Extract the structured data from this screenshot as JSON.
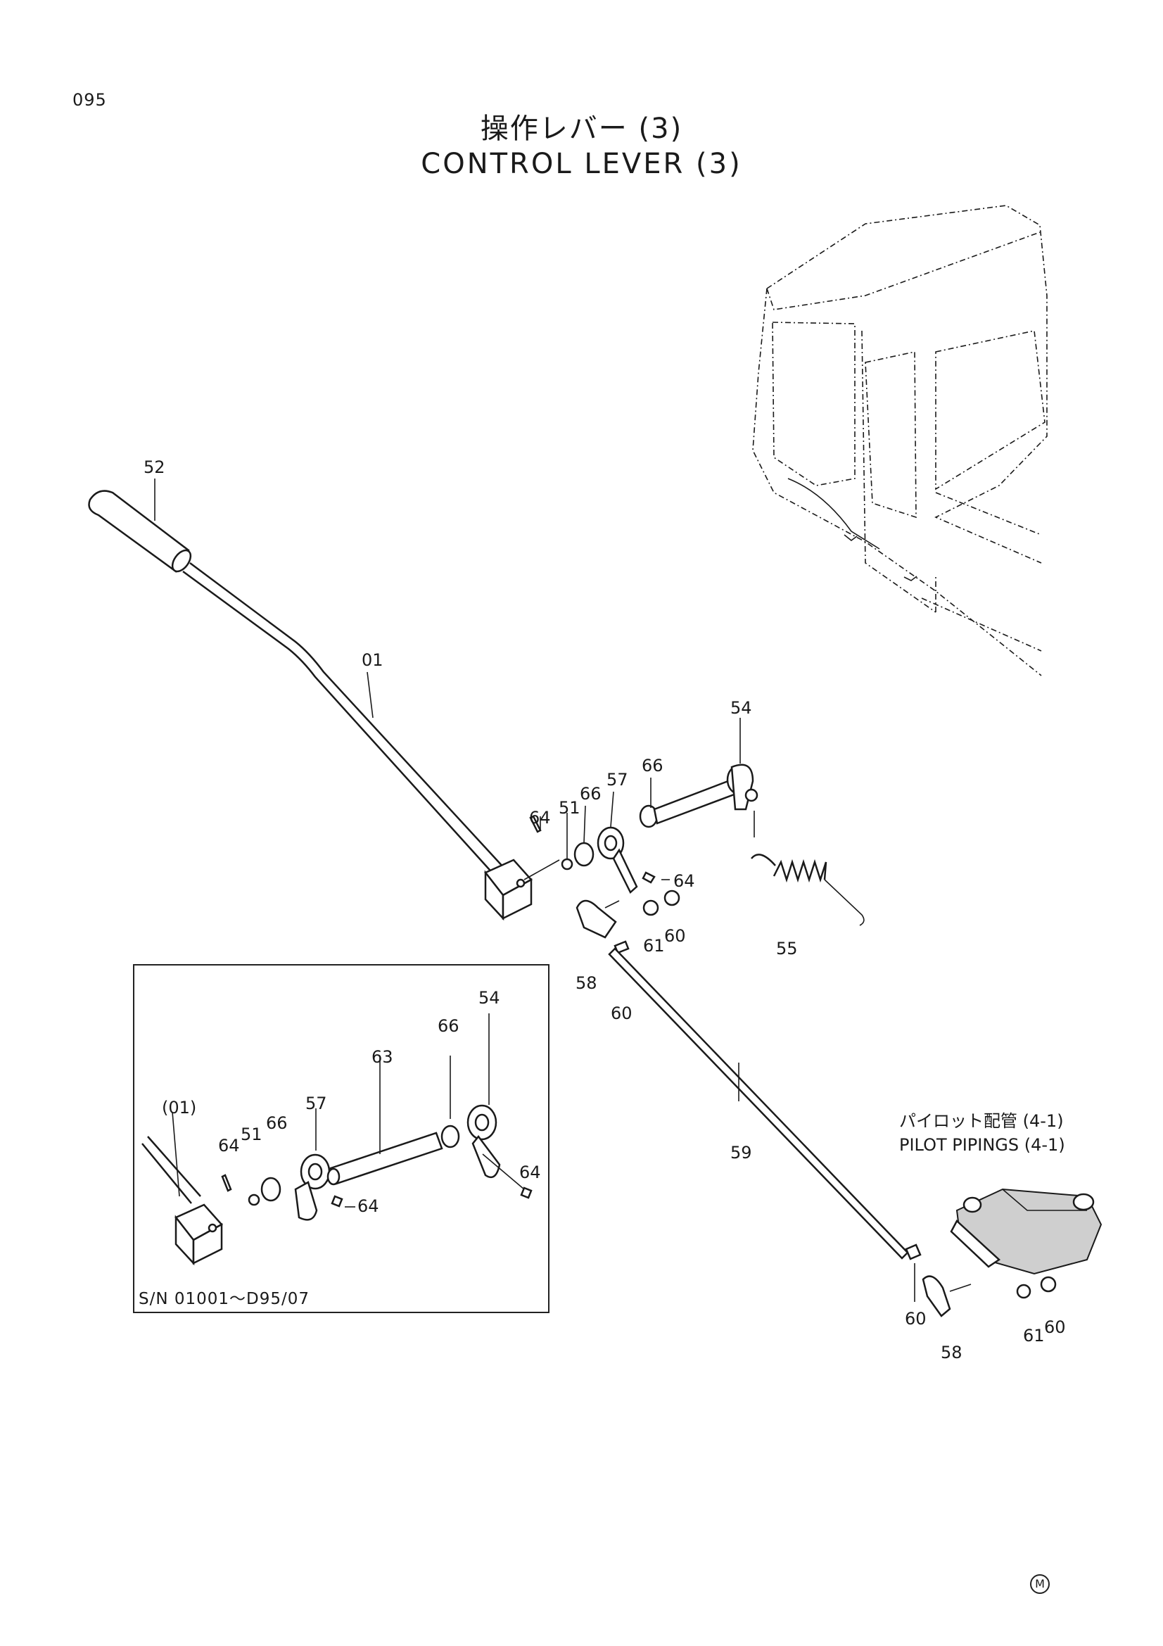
{
  "page_number": "095",
  "title_jp": "操作レバー (3)",
  "title_en": "CONTROL LEVER (3)",
  "callouts": {
    "c52": "52",
    "c01": "01",
    "c54": "54",
    "c66a": "66",
    "c57": "57",
    "c66b": "66",
    "c51": "51",
    "c64a": "64",
    "c64b": "64",
    "c55": "55",
    "c61a": "61",
    "c60a": "60",
    "c58a": "58",
    "c60b": "60",
    "c59": "59",
    "c60c": "60",
    "c58b": "58",
    "c61b": "61",
    "c60d": "60",
    "i54": "54",
    "i66a": "66",
    "i63": "63",
    "i57": "57",
    "i01": "(01)",
    "i64a": "64",
    "i51": "51",
    "i66b": "66",
    "i64b": "64",
    "i64c": "64"
  },
  "pilot_note_jp": "パイロット配管 (4-1)",
  "pilot_note_en": "PILOT PIPINGS (4-1)",
  "serial_note": "S/N 01001～D95/07",
  "mark": "M"
}
